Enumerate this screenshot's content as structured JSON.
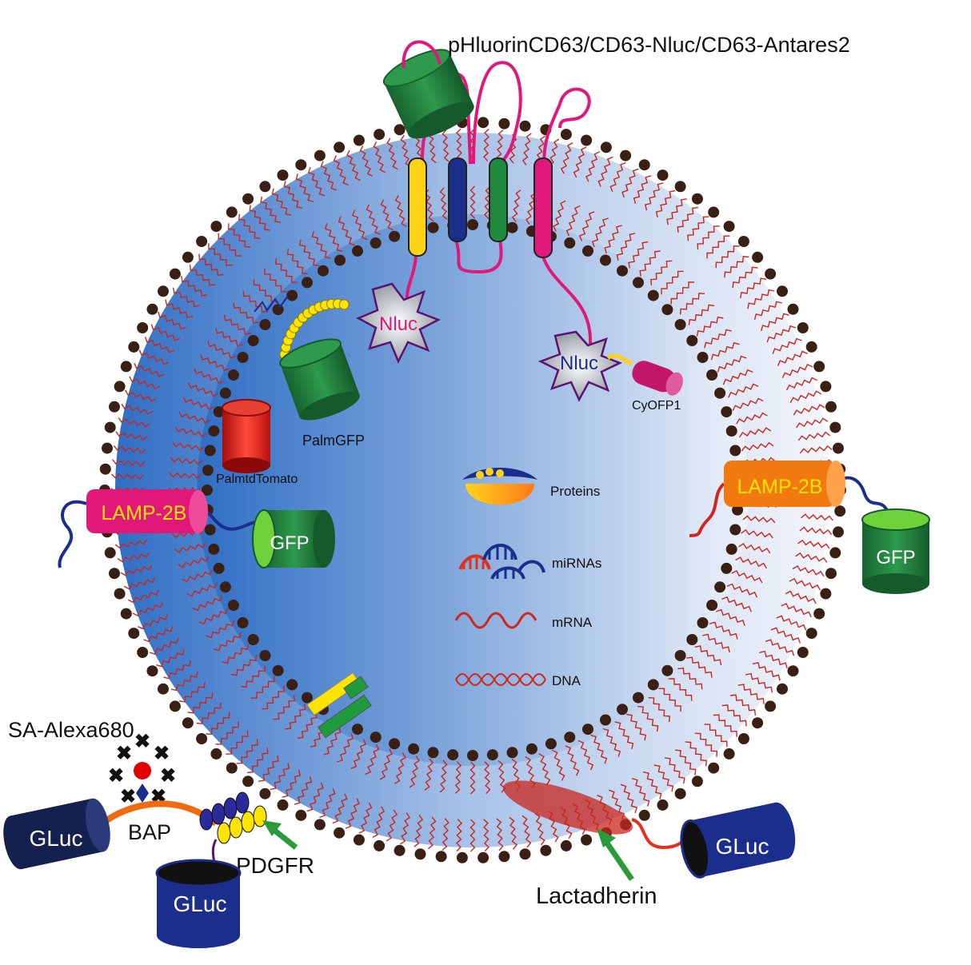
{
  "labels": {
    "title_cd63": "pHluorinCD63/CD63-Nluc/CD63-Antares2",
    "nluc_left": "Nluc",
    "nluc_right": "Nluc",
    "cyofp1": "CyOFP1",
    "palmgfp": "PalmGFP",
    "palmtdtomato": "PalmtdTomato",
    "lamp2b_left": "LAMP-2B",
    "lamp2b_right": "LAMP-2B",
    "gfp_left": "GFP",
    "gfp_right": "GFP",
    "proteins": "Proteins",
    "mirnas": "miRNAs",
    "mrna": "mRNA",
    "dna": "DNA",
    "sa_alexa680": "SA-Alexa680",
    "bap": "BAP",
    "pdgfr": "PDGFR",
    "gluc_left": "GLuc",
    "gluc_bottom": "GLuc",
    "gluc_right": "GLuc",
    "lactadherin": "Lactadherin"
  },
  "colors": {
    "headgroup": "#3a1f14",
    "lipid_tail": "#c8261e",
    "lumen_dark": "#3b78c8",
    "lumen_light": "#eef2fa",
    "cd63_linker": "#e0187a",
    "gfp_green": "#1f7a3c",
    "gluc_blue": "#1c2e8c",
    "lamp_magenta": "#e0187a",
    "lamp_orange": "#f07a10",
    "label_yellow": "#ffe400",
    "arrow_green": "#2a9a3a"
  }
}
